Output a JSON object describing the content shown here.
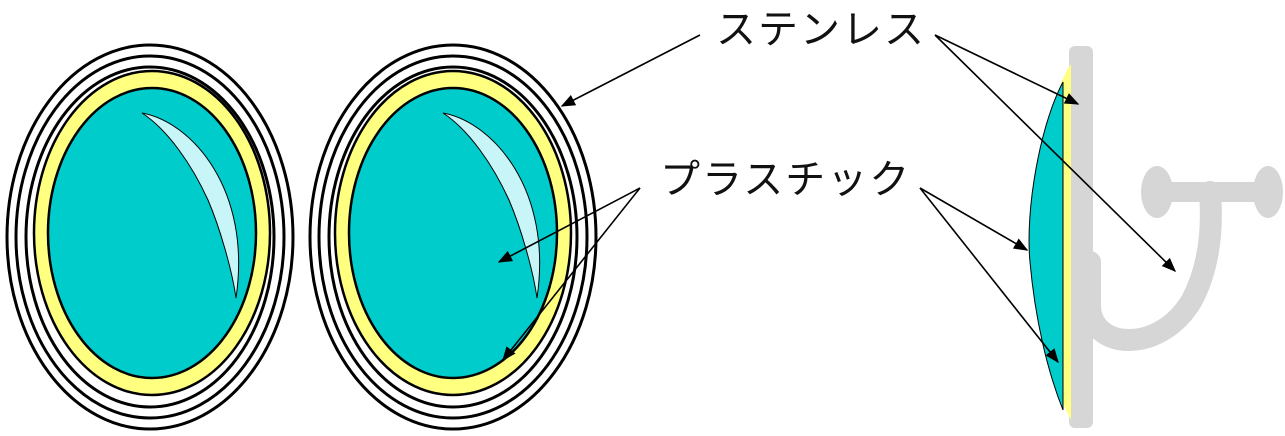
{
  "labels": {
    "stainless": "ステンレス",
    "plastic": "プラスチック"
  },
  "colors": {
    "lens_cyan": "#00cccc",
    "rim_yellow": "#ffff80",
    "highlight": "#c8f5f8",
    "frame_outline": "#000000",
    "hinge_gray": "#d6d6d6",
    "background": "#ffffff"
  },
  "parts": {
    "front_view_pieces": 2,
    "side_view_pieces": 1
  }
}
